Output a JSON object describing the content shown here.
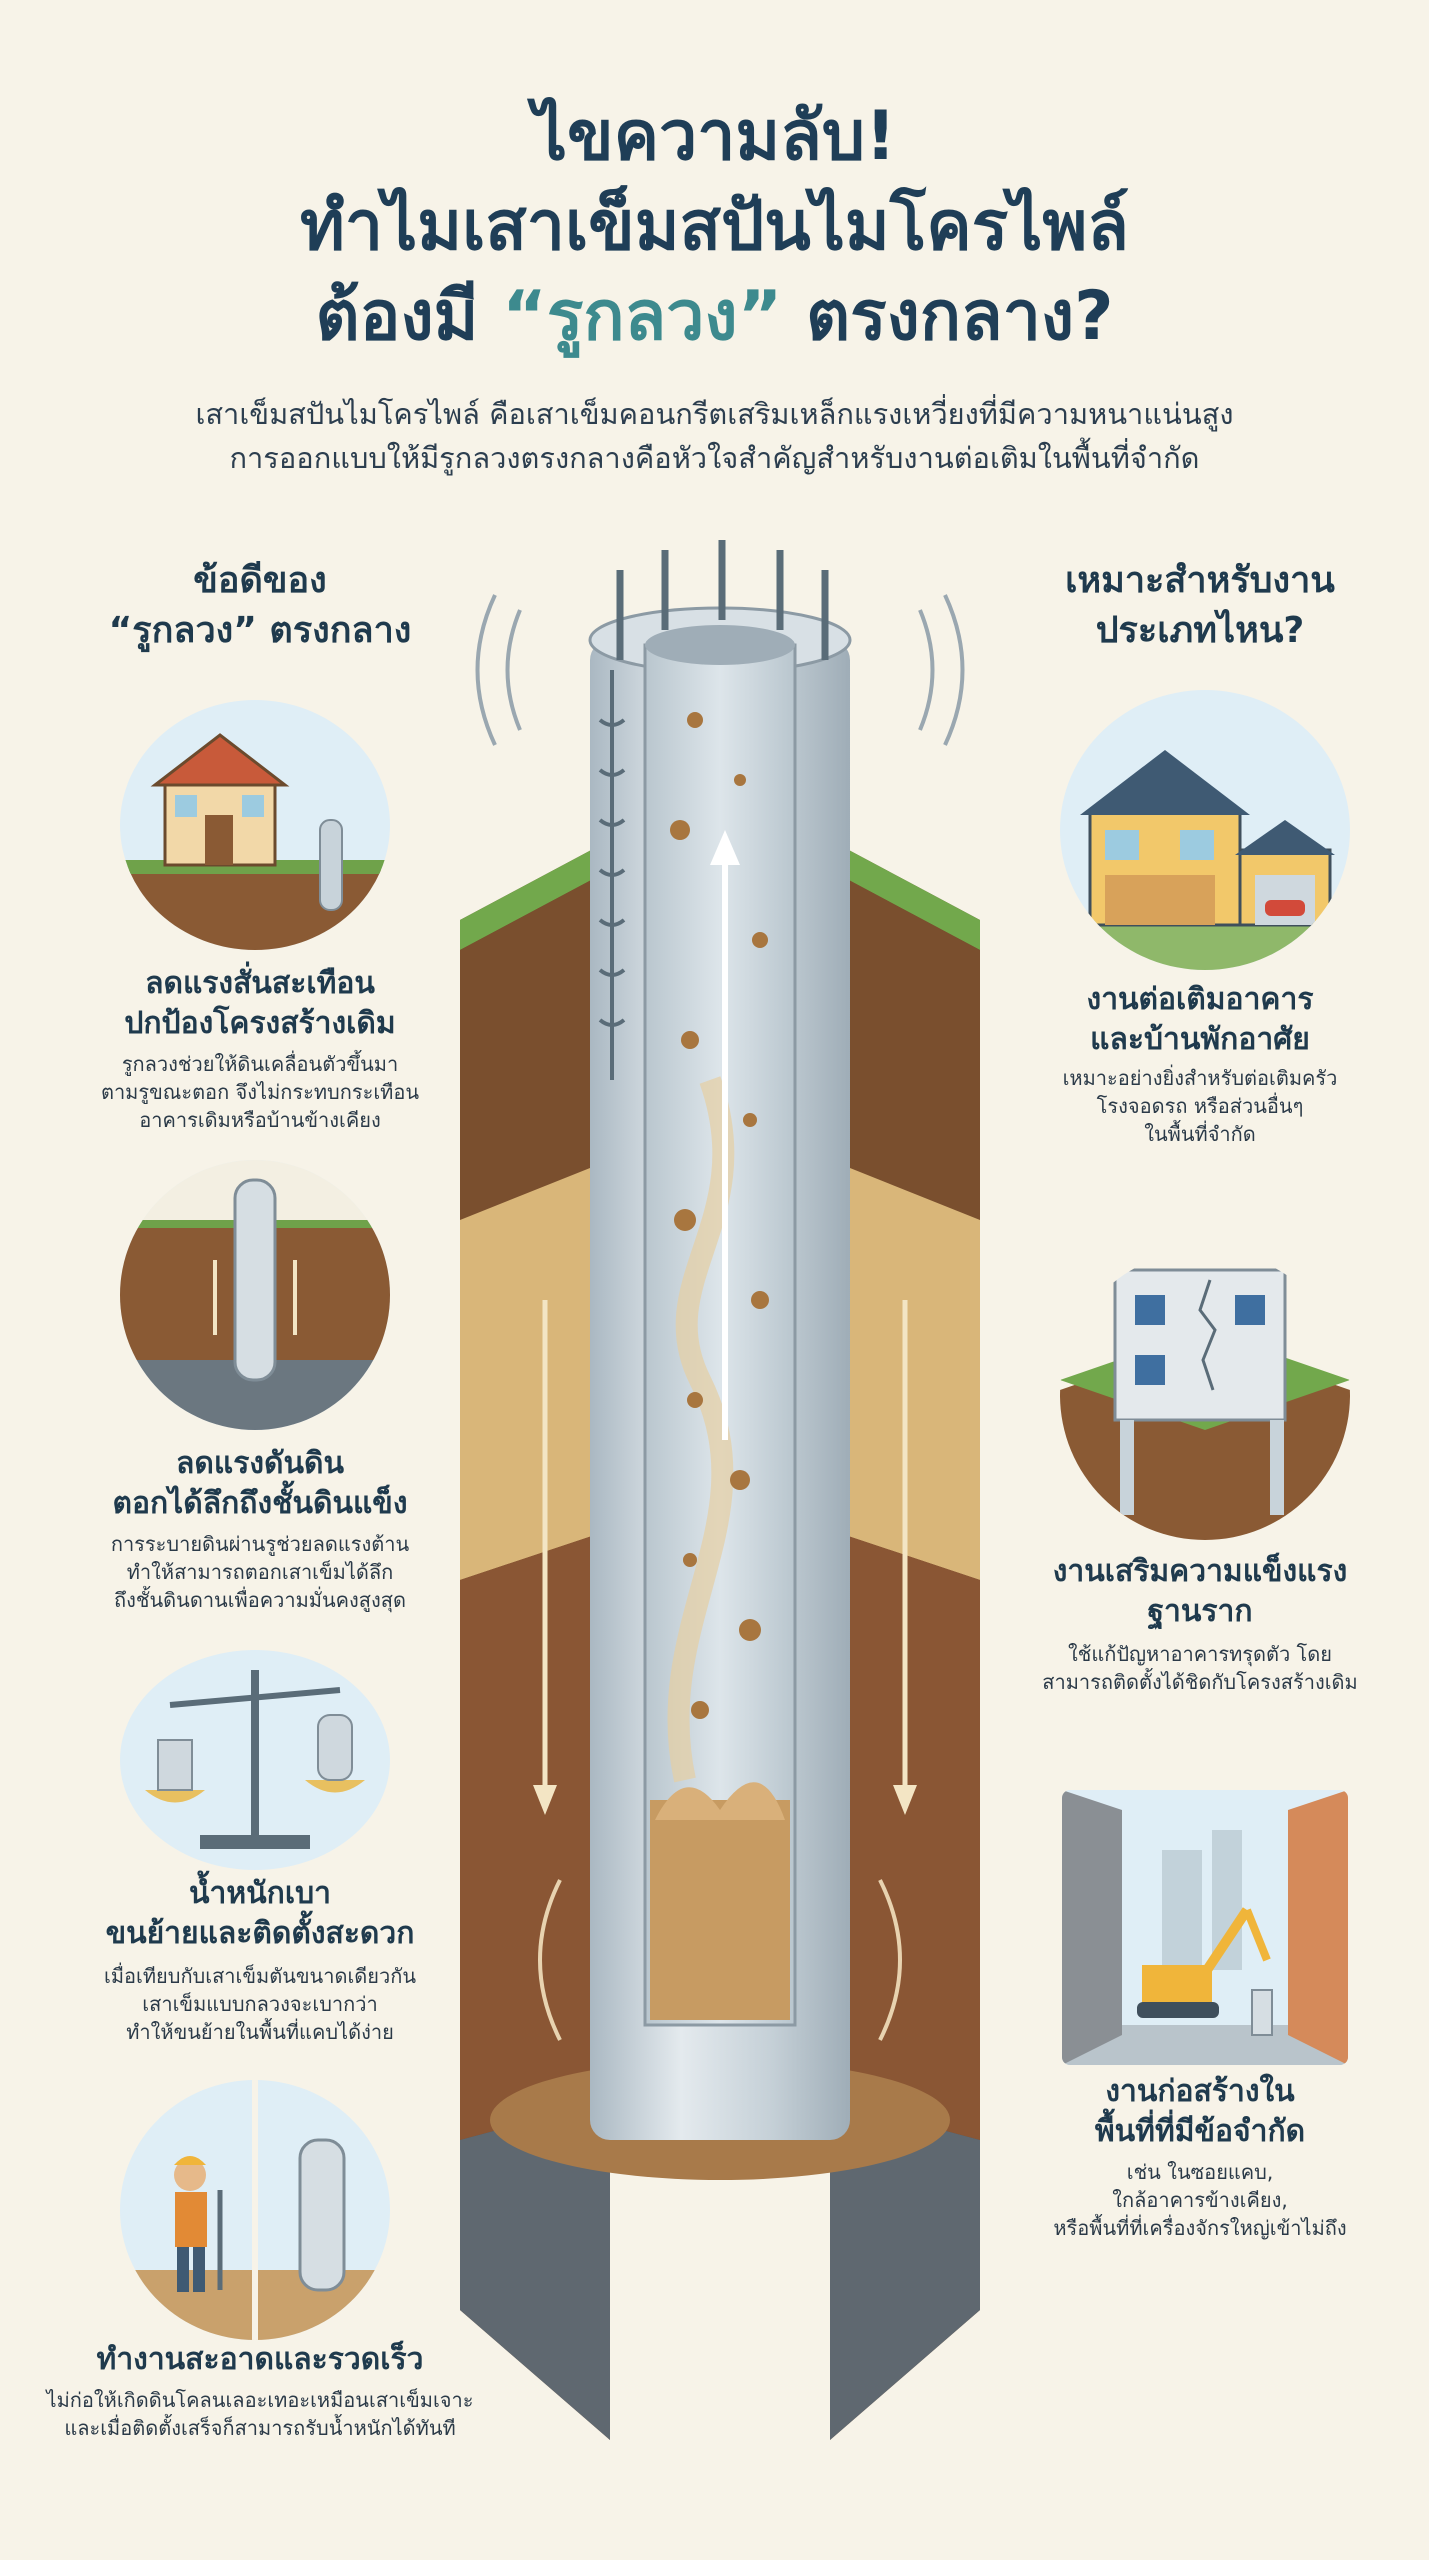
{
  "header": {
    "title_line1": "ไขความลับ!",
    "title_line2": "ทำไมเสาเข็มสปันไมโครไพล์",
    "title_line3_a": "ต้องมี ",
    "title_line3_hl": "“รูกลวง”",
    "title_line3_b": " ตรงกลาง?",
    "subtitle_line1": "เสาเข็มสปันไมโครไพล์ คือเสาเข็มคอนกรีตเสริมเหล็กแรงเหวี่ยงที่มีความหนาแน่นสูง",
    "subtitle_line2": "การออกแบบให้มีรูกลวงตรงกลางคือหัวใจสำคัญสำหรับงานต่อเติมในพื้นที่จำกัด"
  },
  "left": {
    "heading_line1": "ข้อดีของ",
    "heading_line2": "“รูกลวง” ตรงกลาง",
    "items": [
      {
        "title1": "ลดแรงสั่นสะเทือน",
        "title2": "ปกป้องโครงสร้างเดิม",
        "text1": "รูกลวงช่วยให้ดินเคลื่อนตัวขึ้นมา",
        "text2": "ตามรูขณะตอก จึงไม่กระทบกระเทือน",
        "text3": "อาคารเดิมหรือบ้านข้างเคียง"
      },
      {
        "title1": "ลดแรงดันดิน",
        "title2": "ตอกได้ลึกถึงชั้นดินแข็ง",
        "text1": "การระบายดินผ่านรูช่วยลดแรงต้าน",
        "text2": "ทำให้สามารถตอกเสาเข็มได้ลึก",
        "text3": "ถึงชั้นดินดานเพื่อความมั่นคงสูงสุด"
      },
      {
        "title1": "น้ำหนักเบา",
        "title2": "ขนย้ายและติดตั้งสะดวก",
        "text1": "เมื่อเทียบกับเสาเข็มตันขนาดเดียวกัน",
        "text2": "เสาเข็มแบบกลวงจะเบากว่า",
        "text3": "ทำให้ขนย้ายในพื้นที่แคบได้ง่าย"
      },
      {
        "title1": "ทำงานสะอาดและรวดเร็ว",
        "title2": "",
        "text1": "ไม่ก่อให้เกิดดินโคลนเลอะเทอะเหมือนเสาเข็มเจาะ",
        "text2": "และเมื่อติดตั้งเสร็จก็สามารถรับน้ำหนักได้ทันที",
        "text3": ""
      }
    ]
  },
  "right": {
    "heading_line1": "เหมาะสำหรับงาน",
    "heading_line2": "ประเภทไหน?",
    "items": [
      {
        "title1": "งานต่อเติมอาคาร",
        "title2": "และบ้านพักอาศัย",
        "text1": "เหมาะอย่างยิ่งสำหรับต่อเติมครัว",
        "text2": "โรงจอดรถ หรือส่วนอื่นๆ",
        "text3": "ในพื้นที่จำกัด"
      },
      {
        "title1": "งานเสริมความแข็งแรง",
        "title2": "ฐานราก",
        "text1": "ใช้แก้ปัญหาอาคารทรุดตัว โดย",
        "text2": "สามารถติดตั้งได้ชิดกับโครงสร้างเดิม",
        "text3": ""
      },
      {
        "title1": "งานก่อสร้างใน",
        "title2": "พื้นที่ที่มีข้อจำกัด",
        "text1": "เช่น ในซอยแคบ,",
        "text2": "ใกล้อาคารข้างเคียง,",
        "text3": "หรือพื้นที่ที่เครื่องจักรใหญ่เข้าไม่ถึง"
      }
    ]
  },
  "colors": {
    "title": "#1f3e57",
    "highlight": "#3d8a8e",
    "background": "#f7f3e8",
    "soil_top": "#7a4f2e",
    "soil_mid": "#d9b679",
    "soil_deep": "#8a5634",
    "rock": "#5f6870",
    "grass": "#6fa24a",
    "concrete": "#c8d3da"
  },
  "icons": [
    "house-icon",
    "pile-icon",
    "scale-icon",
    "worker-icon",
    "home-extension-icon",
    "cracked-building-icon",
    "excavator-icon"
  ]
}
